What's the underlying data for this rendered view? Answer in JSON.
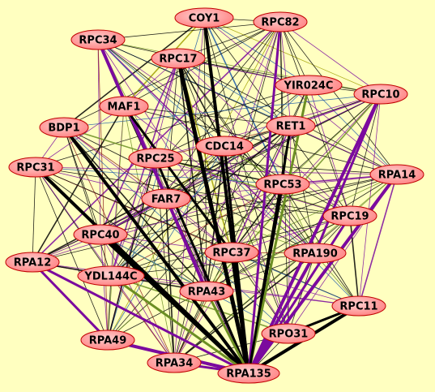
{
  "background": "#ffffc0",
  "node_style": {
    "fill_center": "#ffd0d0",
    "fill_edge": "#ff8080",
    "stroke": "#c00000"
  },
  "edge_palette": [
    "#000000",
    "#7b0a9e",
    "#6b8e23",
    "#1e5aa8",
    "#8b1a1a",
    "#a0a000"
  ],
  "nodes": [
    {
      "id": "COY1",
      "label": "COY1"
    },
    {
      "id": "RPC82",
      "label": "RPC82"
    },
    {
      "id": "RPC34",
      "label": "RPC34"
    },
    {
      "id": "RPC17",
      "label": "RPC17"
    },
    {
      "id": "YIR024C",
      "label": "YIR024C"
    },
    {
      "id": "RPC10",
      "label": "RPC10"
    },
    {
      "id": "MAF1",
      "label": "MAF1"
    },
    {
      "id": "BDP1",
      "label": "BDP1"
    },
    {
      "id": "RET1",
      "label": "RET1"
    },
    {
      "id": "CDC14",
      "label": "CDC14"
    },
    {
      "id": "RPC25",
      "label": "RPC25"
    },
    {
      "id": "RPC31",
      "label": "RPC31"
    },
    {
      "id": "RPA14",
      "label": "RPA14"
    },
    {
      "id": "RPC53",
      "label": "RPC53"
    },
    {
      "id": "FAR7",
      "label": "FAR7"
    },
    {
      "id": "RPC19",
      "label": "RPC19"
    },
    {
      "id": "RPC40",
      "label": "RPC40"
    },
    {
      "id": "RPA12",
      "label": "RPA12"
    },
    {
      "id": "RPC37",
      "label": "RPC37"
    },
    {
      "id": "RPA190",
      "label": "RPA190"
    },
    {
      "id": "YDL144C",
      "label": "YDL144C"
    },
    {
      "id": "RPA43",
      "label": "RPA43"
    },
    {
      "id": "RPC11",
      "label": "RPC11"
    },
    {
      "id": "RPO31",
      "label": "RPO31"
    },
    {
      "id": "RPA49",
      "label": "RPA49"
    },
    {
      "id": "RPA34",
      "label": "RPA34"
    },
    {
      "id": "RPA135",
      "label": "RPA135"
    }
  ],
  "heavy_edges": [
    {
      "from": "RPC17",
      "to": "RPA135",
      "color": "#000000",
      "weight": 5
    },
    {
      "from": "COY1",
      "to": "RPA135",
      "color": "#000000",
      "weight": 4
    },
    {
      "from": "BDP1",
      "to": "RPA135",
      "color": "#000000",
      "weight": 4
    },
    {
      "from": "RPC31",
      "to": "RPA135",
      "color": "#000000",
      "weight": 4
    },
    {
      "from": "RPC40",
      "to": "RPA135",
      "color": "#000000",
      "weight": 5
    },
    {
      "from": "RPC25",
      "to": "RPA135",
      "color": "#000000",
      "weight": 3
    },
    {
      "from": "CDC14",
      "to": "RPA135",
      "color": "#000000",
      "weight": 3
    },
    {
      "from": "RPC37",
      "to": "RPA135",
      "color": "#000000",
      "weight": 4
    },
    {
      "from": "RPC53",
      "to": "RPA135",
      "color": "#000000",
      "weight": 3
    },
    {
      "from": "RPC11",
      "to": "RPA135",
      "color": "#000000",
      "weight": 4
    },
    {
      "from": "RPC10",
      "to": "RPA135",
      "color": "#7b0a9e",
      "weight": 4
    },
    {
      "from": "RPA14",
      "to": "RPA135",
      "color": "#7b0a9e",
      "weight": 4
    },
    {
      "from": "RPC19",
      "to": "RPA135",
      "color": "#7b0a9e",
      "weight": 3
    },
    {
      "from": "RPA190",
      "to": "RPA135",
      "color": "#7b0a9e",
      "weight": 4
    },
    {
      "from": "RPA12",
      "to": "RPA135",
      "color": "#7b0a9e",
      "weight": 3
    },
    {
      "from": "RPA49",
      "to": "RPA135",
      "color": "#7b0a9e",
      "weight": 4
    },
    {
      "from": "RPA34",
      "to": "RPA135",
      "color": "#7b0a9e",
      "weight": 3
    },
    {
      "from": "RPA43",
      "to": "RPA135",
      "color": "#6b8e23",
      "weight": 3
    },
    {
      "from": "YDL144C",
      "to": "RPA135",
      "color": "#6b8e23",
      "weight": 3
    },
    {
      "from": "RPC82",
      "to": "RPA135",
      "color": "#7b0a9e",
      "weight": 3
    },
    {
      "from": "YIR024C",
      "to": "RPA135",
      "color": "#6b8e23",
      "weight": 3
    },
    {
      "from": "RET1",
      "to": "RPA135",
      "color": "#000000",
      "weight": 3
    },
    {
      "from": "RPC34",
      "to": "RPA43",
      "color": "#7b0a9e",
      "weight": 4
    },
    {
      "from": "RPC10",
      "to": "RPA190",
      "color": "#7b0a9e",
      "weight": 3
    },
    {
      "from": "RPC11",
      "to": "RPO31",
      "color": "#000000",
      "weight": 3
    },
    {
      "from": "MAF1",
      "to": "RPC37",
      "color": "#000000",
      "weight": 3
    },
    {
      "from": "RPA12",
      "to": "RPA49",
      "color": "#7b0a9e",
      "weight": 3
    }
  ]
}
